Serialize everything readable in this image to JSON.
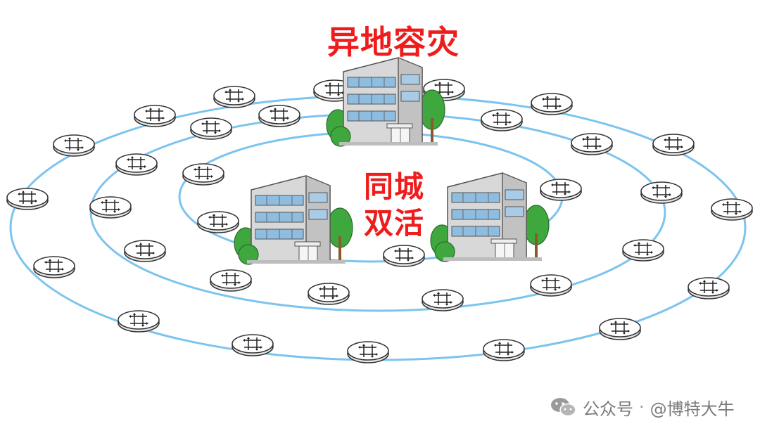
{
  "labels": {
    "remote_dr": "异地容灾",
    "same_city_line1": "同城",
    "same_city_line2": "双活"
  },
  "watermark": {
    "channel": "公众号",
    "separator": "·",
    "account": "@博特大牛"
  },
  "colors": {
    "ring": "#7cc4ee",
    "label": "#ee1c1c",
    "tree": "#3ea83e",
    "building_glass": "#8fbde0",
    "building_wall": "#d8d8d8"
  },
  "icons": {
    "node": "router-node-icon",
    "datacenter": "datacenter-building-icon",
    "watermark": "wechat-icon"
  }
}
